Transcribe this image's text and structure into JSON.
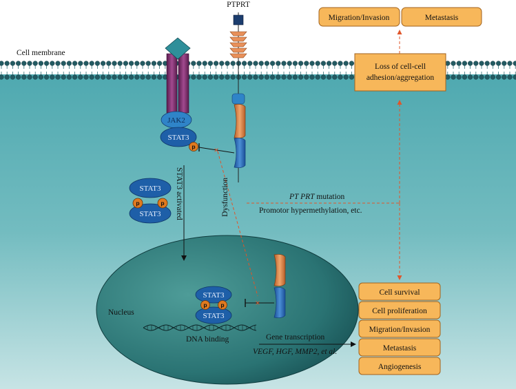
{
  "labels": {
    "ptprt_top": "PTPRT",
    "cell_membrane": "Cell membrane",
    "jak2": "JAK2",
    "stat3": "STAT3",
    "p": "p",
    "stat3_activated": "STAT3 activated",
    "dysfunction": "Dysfunction",
    "ptprt_mutation_italic": "PT PRT",
    "ptprt_mutation_rest": " mutation",
    "promoter": "Promotor hypermethylation, etc.",
    "nucleus": "Nucleus",
    "dna_binding": "DNA binding",
    "gene_transcription": "Gene transcription",
    "genes_italic": "VEGF, HGF, MMP2, et al."
  },
  "top_boxes": {
    "migration": "Migration/Invasion",
    "metastasis": "Metastasis"
  },
  "loss_box": {
    "line1": "Loss of cell-cell",
    "line2": "adhesion/aggregation"
  },
  "outcomes": [
    "Cell survival",
    "Cell proliferation",
    "Migration/Invasion",
    "Metastasis",
    "Angiogenesis"
  ],
  "colors": {
    "cytoplasm": "#3e9aa3",
    "membrane_head": "#1f5560",
    "box_fill": "#f7b75a",
    "box_stroke": "#a0621d",
    "dashed_arrow": "#e0552a",
    "stat3": "#1e5fa8",
    "jak2": "#2a7fc1",
    "receptor": "#7b2d6b",
    "phospho": "#e07a1f",
    "nucleus": "#1f6b6b"
  }
}
